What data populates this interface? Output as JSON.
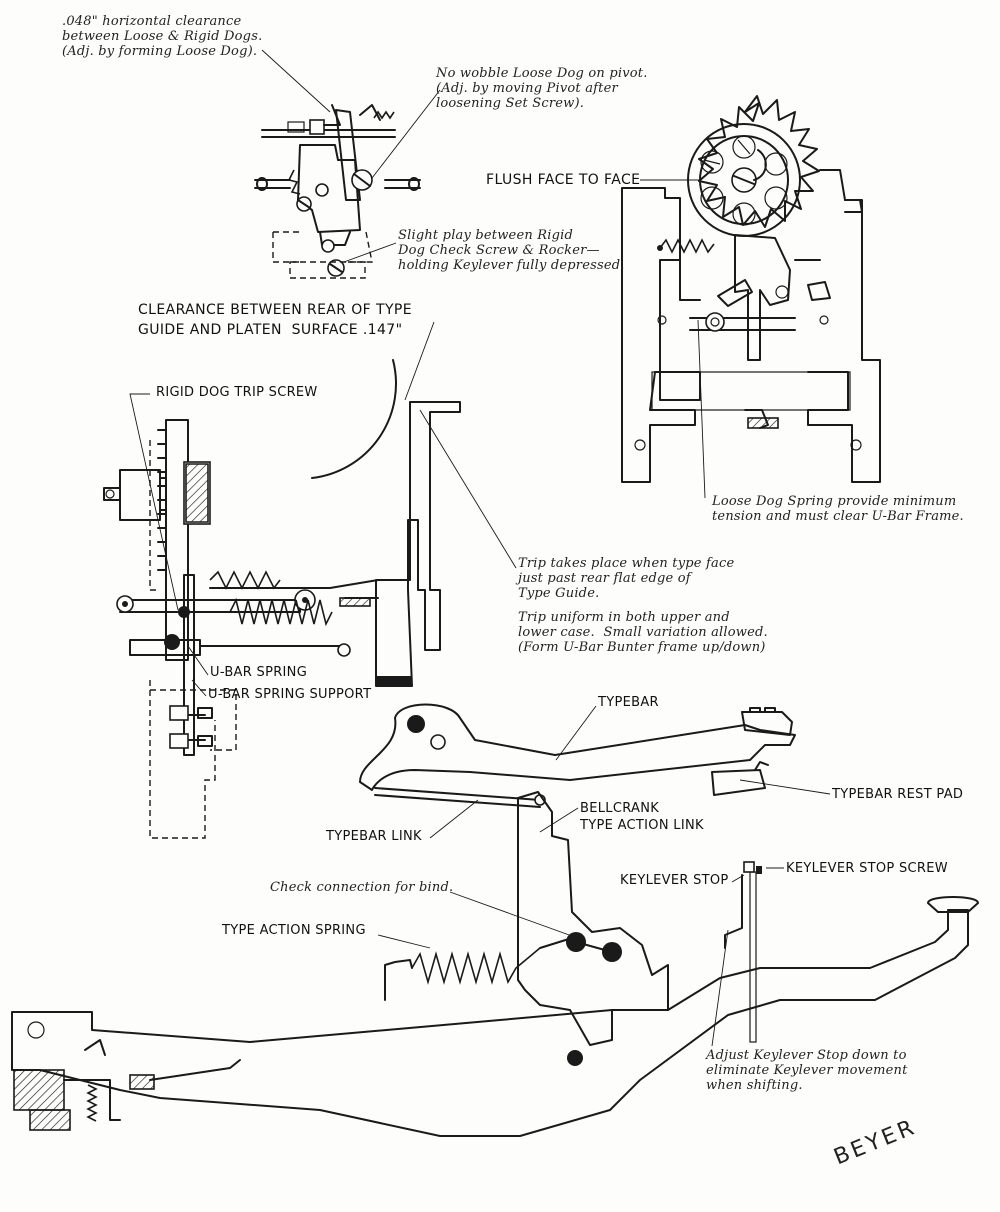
{
  "notes": {
    "horizontal_clearance": ".048\" horizontal clearance\nbetween Loose & Rigid Dogs.\n(Adj. by forming Loose Dog).",
    "no_wobble": "No wobble Loose Dog on pivot.\n(Adj. by moving Pivot after\nloosening Set Screw).",
    "slight_play": "Slight play between Rigid\nDog Check Screw & Rocker—\nholding Keylever fully depressed.",
    "loose_dog_spring": "Loose Dog Spring provide minimum\ntension and must clear U-Bar Frame.",
    "trip_takes_place": "Trip takes place when type face\njust past rear flat edge of\nType Guide.",
    "trip_uniform": "Trip uniform in both upper and\nlower case.  Small variation allowed.\n(Form U-Bar Bunter frame up/down)",
    "check_connection": "Check connection for bind.",
    "adjust_keylever_stop": "Adjust Keylever Stop down to\neliminate Keylever movement\nwhen shifting."
  },
  "labels": {
    "flush_face": "FLUSH FACE TO FACE",
    "clearance": "CLEARANCE BETWEEN REAR OF TYPE\nGUIDE AND PLATEN  SURFACE .147\"",
    "rigid_dog_trip_screw": "RIGID DOG TRIP SCREW",
    "u_bar_spring": "U-BAR SPRING",
    "u_bar_spring_support": "U-BAR SPRING SUPPORT",
    "typebar": "TYPEBAR",
    "typebar_rest_pad": "TYPEBAR REST PAD",
    "typebar_link": "TYPEBAR LINK",
    "bellcrank": "BELLCRANK\nTYPE ACTION LINK",
    "keylever_stop": "KEYLEVER STOP",
    "keylever_stop_screw": "KEYLEVER STOP SCREW",
    "type_action_spring": "TYPE ACTION SPRING"
  },
  "signature": "BEYER"
}
